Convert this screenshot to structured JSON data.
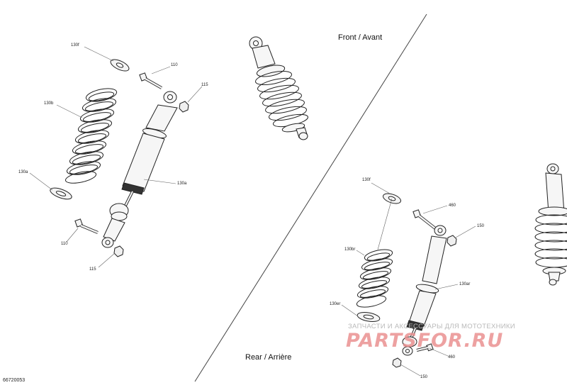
{
  "sections": {
    "front": "Front / Avant",
    "rear": "Rear / Arrière"
  },
  "labels": {
    "l130f_a": "130f",
    "l110_a": "110",
    "l115_a": "115",
    "l130b": "130b",
    "l130a": "130a",
    "l130a_shock": "130a",
    "l110_b": "110",
    "l115_b": "115",
    "l130f_b": "130f",
    "l460_a": "460",
    "l150_a": "150",
    "l130br": "130br",
    "l130ar": "130ar",
    "l130er": "130er",
    "l460_b": "460",
    "l150_b": "150"
  },
  "watermark": {
    "ru_text": "ЗАПЧАСТИ И АКСЕССУАРЫ ДЛЯ МОТОТЕХНИКИ",
    "brand": "PARTSFOR.RU"
  },
  "illustration_code": "66720053"
}
